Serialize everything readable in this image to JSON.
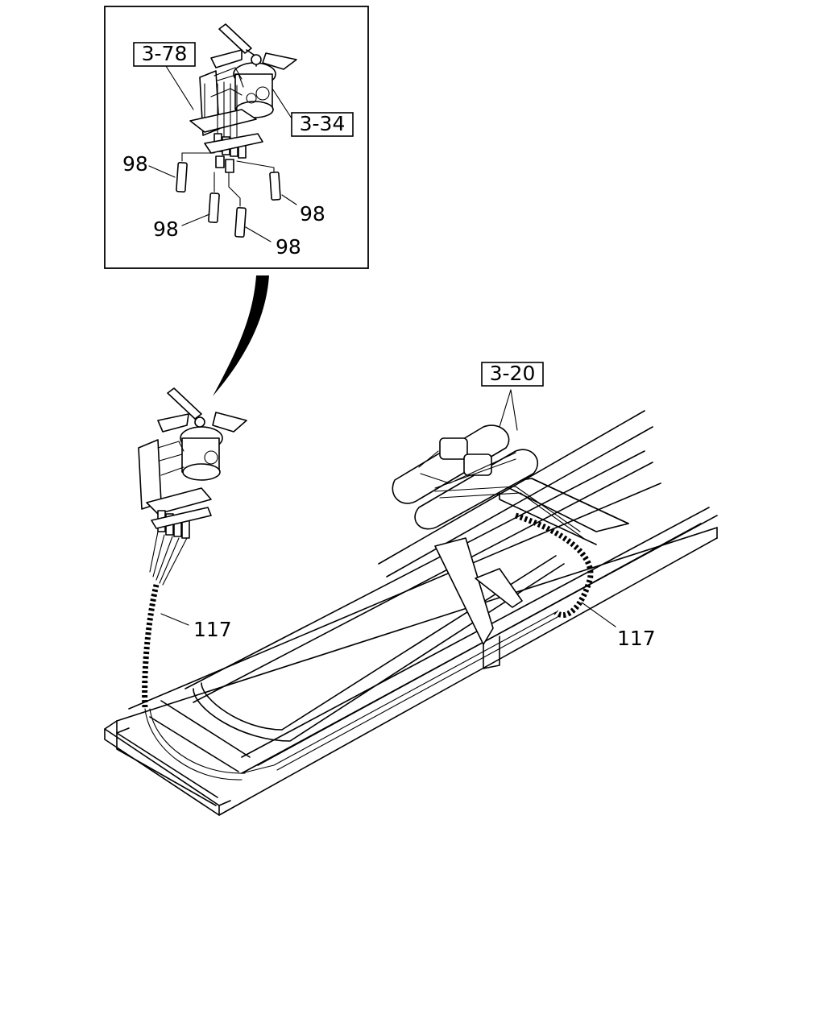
{
  "callouts": {
    "ref_3_78": "3-78",
    "ref_3_34": "3-34",
    "ref_3_20": "3-20",
    "part_98_a": "98",
    "part_98_b": "98",
    "part_98_c": "98",
    "part_98_d": "98",
    "part_117_left": "117",
    "part_117_right": "117"
  }
}
